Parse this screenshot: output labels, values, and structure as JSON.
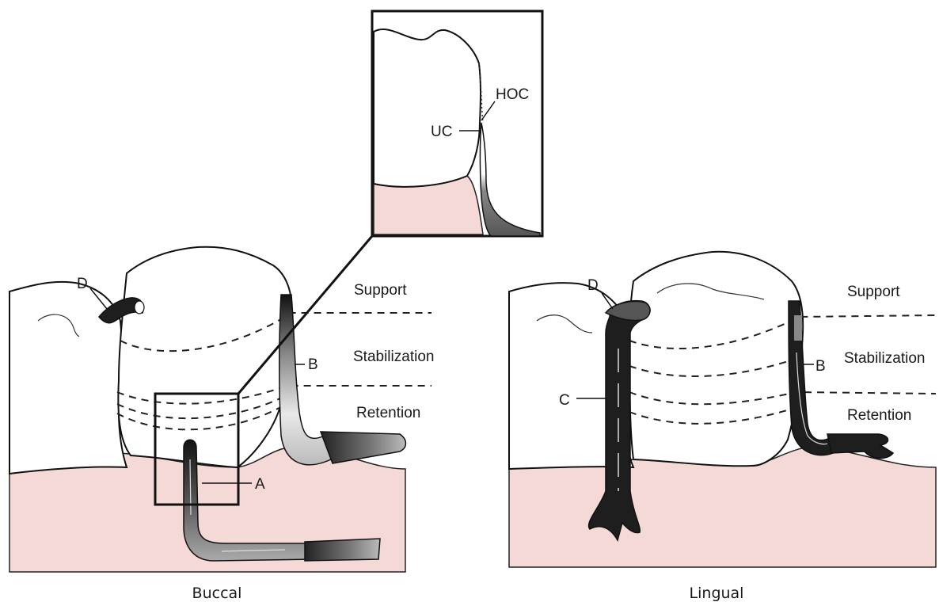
{
  "buccal": {
    "caption": "Buccal",
    "labels": {
      "a": "A",
      "b": "B",
      "d": "D"
    },
    "zones": {
      "support": "Support",
      "stabilization": "Stabilization",
      "retention": "Retention"
    }
  },
  "lingual": {
    "caption": "Lingual",
    "labels": {
      "b": "B",
      "c": "C",
      "d": "D"
    },
    "zones": {
      "support": "Support",
      "stabilization": "Stabilization",
      "retention": "Retention"
    }
  },
  "inset": {
    "labels": {
      "hoc": "HOC",
      "uc": "UC"
    }
  },
  "colors": {
    "gingiva": "#f4d9d7",
    "tooth": "#ffffff",
    "clasp_dark": "#1e1e1e",
    "outline": "#111111"
  }
}
